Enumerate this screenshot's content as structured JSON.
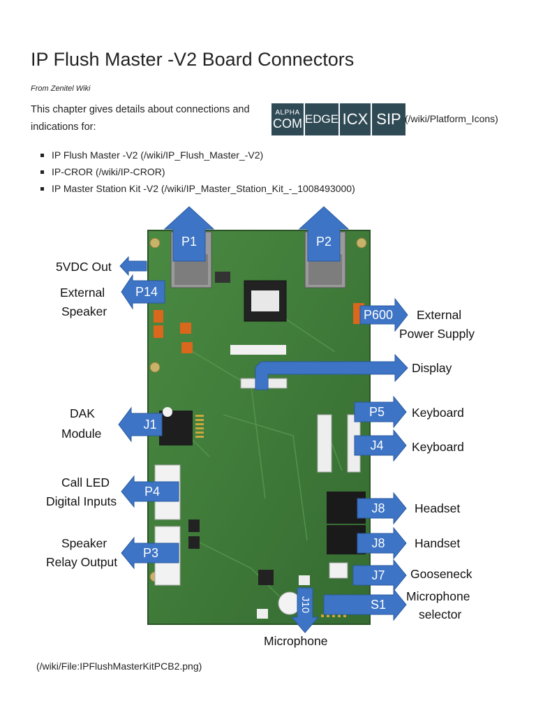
{
  "page": {
    "title": "IP Flush Master -V2 Board Connectors",
    "from": "From Zenitel Wiki",
    "intro": "This chapter gives details about connections and indications for:",
    "platform_icons": {
      "alpha_small": "ALPHA",
      "alpha_big": "COM",
      "edge": "EDGE",
      "icx": "ICX",
      "sip": "SIP",
      "link": "(/wiki/Platform_Icons)"
    },
    "bullets": [
      "IP Flush Master -V2 (/wiki/IP_Flush_Master_-V2)",
      "IP-CROR (/wiki/IP-CROR)",
      "IP Master Station Kit -V2 (/wiki/IP_Master_Station_Kit_-_1008493000)"
    ],
    "caption": "(/wiki/File:IPFlushMasterKitPCB2.png)"
  },
  "figure": {
    "arrows": {
      "p1": "P1",
      "p2": "P2",
      "p14": "P14",
      "p600": "P600",
      "j1": "J1",
      "p4": "P4",
      "p3": "P3",
      "p5": "P5",
      "j4": "J4",
      "j8a": "J8",
      "j8b": "J8",
      "j7": "J7",
      "s1": "S1",
      "j10": "J10"
    },
    "labels": {
      "vdc": "5VDC Out",
      "ext_speaker_1": "External",
      "ext_speaker_2": "Speaker",
      "dak_1": "DAK",
      "dak_2": "Module",
      "call_led_1": "Call LED",
      "call_led_2": "Digital Inputs",
      "speaker_relay_1": "Speaker",
      "speaker_relay_2": "Relay Output",
      "ext_power_1": "External",
      "ext_power_2": "Power Supply",
      "display": "Display",
      "keyboard_1": "Keyboard",
      "keyboard_2": "Keyboard",
      "headset": "Headset",
      "handset": "Handset",
      "gooseneck": "Gooseneck",
      "mic_sel_1": "Microphone",
      "mic_sel_2": "selector",
      "microphone": "Microphone"
    },
    "colors": {
      "board": "#3f7a3a",
      "board_dark": "#2f5f2c",
      "arrow": "#3d74c5",
      "arrow_edge": "#2a5a9e"
    }
  }
}
